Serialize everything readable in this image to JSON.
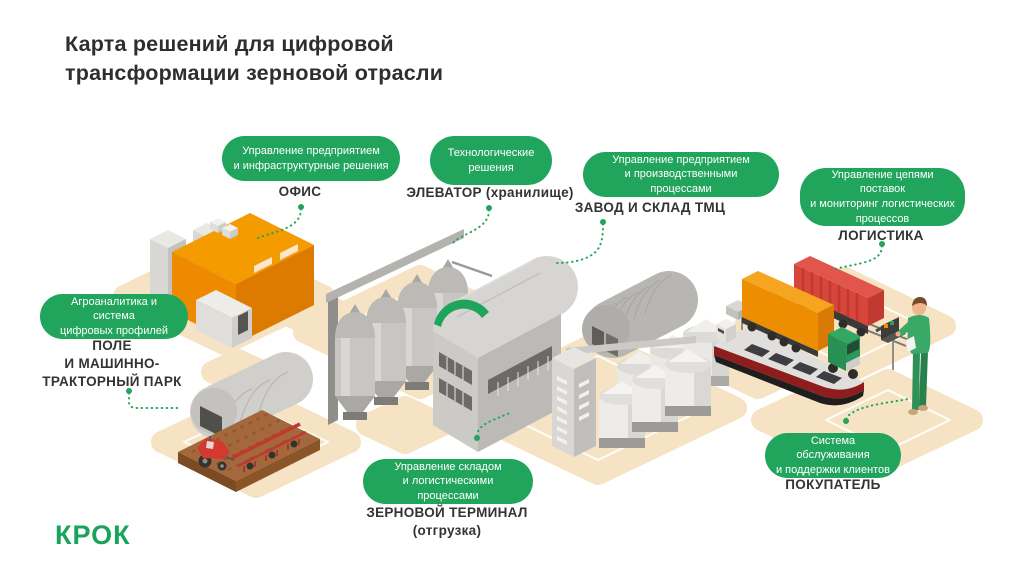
{
  "title": "Карта решений для цифровой\nтрансформации зерновой отрасли",
  "logo": "КРОК",
  "palette": {
    "badge_green": "#21a55c",
    "logo_green": "#18a45a",
    "accent_orange": "#f49b00",
    "path_beige": "#f6e3c4",
    "text_dark": "#2e2e2e"
  },
  "nodes": [
    {
      "id": "office",
      "badge": "Управление предприятием\nи инфраструктурные решения",
      "label": "ОФИС"
    },
    {
      "id": "elevator",
      "badge": "Технологические\nрешения",
      "label": "ЭЛЕВАТОР (хранилище)"
    },
    {
      "id": "plant",
      "badge": "Управление предприятием\nи производственными процессами",
      "label": "ЗАВОД И СКЛАД ТМЦ"
    },
    {
      "id": "logistics",
      "badge": "Управление цепями поставок\nи мониторинг логистических\nпроцессов",
      "label": "ЛОГИСТИКА"
    },
    {
      "id": "field",
      "badge": "Агроаналитика и система\nцифровых профилей",
      "label": "ПОЛЕ\nИ МАШИННО-\nТРАКТОРНЫЙ ПАРК"
    },
    {
      "id": "terminal",
      "badge": "Управление складом\nи логистическими процессами",
      "label": "ЗЕРНОВОЙ ТЕРМИНАЛ\n(отгрузка)"
    },
    {
      "id": "buyer",
      "badge": "Система обслуживания\nи поддержки клиентов",
      "label": "ПОКУПАТЕЛЬ"
    }
  ]
}
